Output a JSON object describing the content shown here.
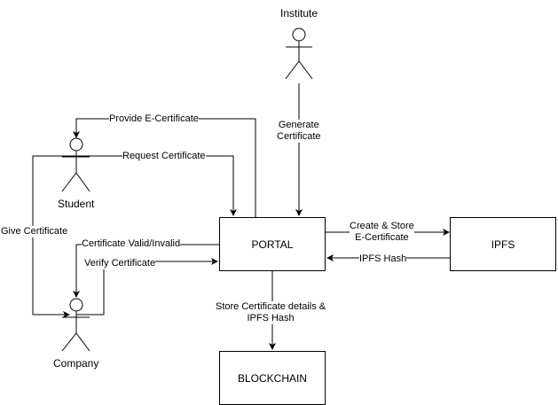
{
  "actors": {
    "institute": "Institute",
    "student": "Student",
    "company": "Company"
  },
  "boxes": {
    "portal": "PORTAL",
    "ipfs": "IPFS",
    "blockchain": "BLOCKCHAIN"
  },
  "edges": {
    "provide": "Provide E-Certificate",
    "request": "Request Certificate",
    "generate_1": "Generate",
    "generate_2": "Certificate",
    "give": "Give Certificate",
    "valid": "Certificate Valid/Invalid",
    "verify": "Verify Certificate",
    "create_1": "Create & Store",
    "create_2": "E-Certificate",
    "hash": "IPFS Hash",
    "store_1": "Store Certificate details &",
    "store_2": "IPFS Hash"
  }
}
